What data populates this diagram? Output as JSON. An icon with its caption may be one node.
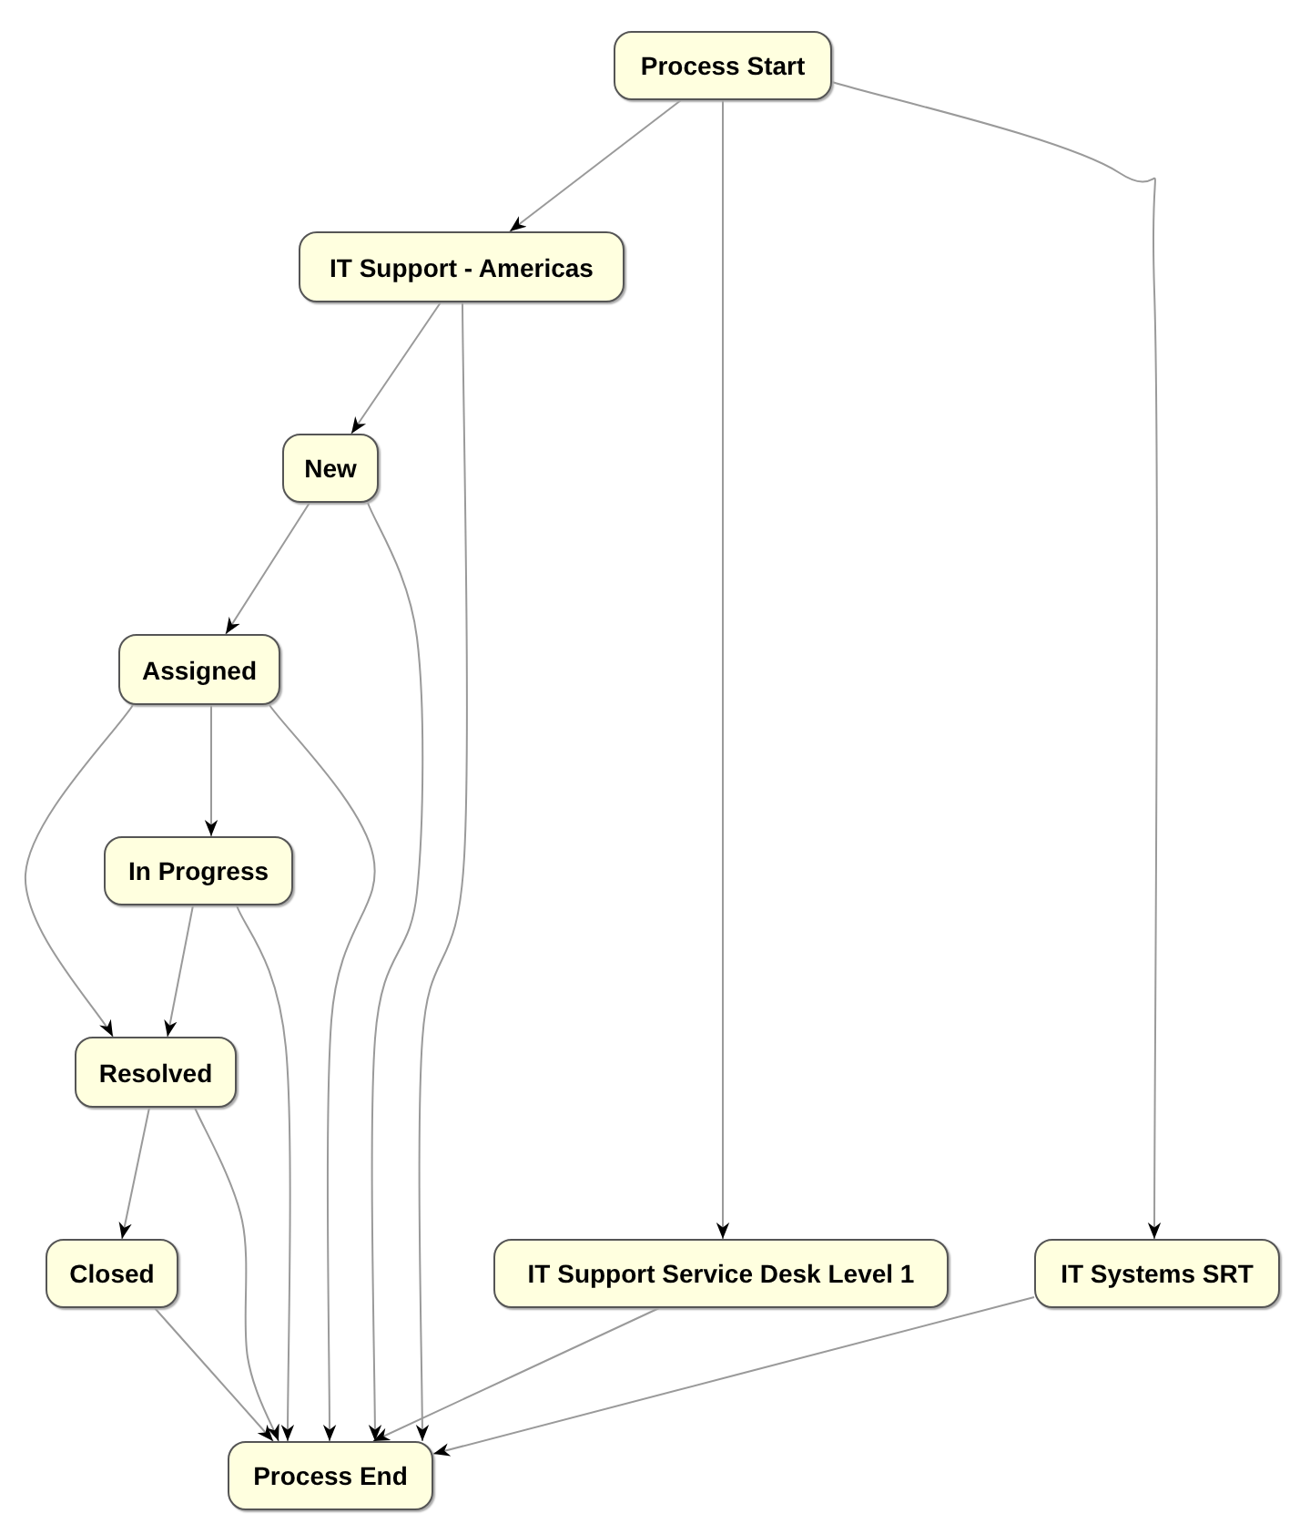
{
  "diagram": {
    "nodes": [
      {
        "text": [
          "Process Start"
        ]
      },
      {
        "text": [
          "IT Support - Americas"
        ]
      },
      {
        "text": [
          "New"
        ]
      },
      {
        "text": [
          "Assigned"
        ]
      },
      {
        "text": [
          "In Progress"
        ]
      },
      {
        "text": [
          "Resolved"
        ]
      },
      {
        "text": [
          "Closed"
        ]
      },
      {
        "text": [
          "IT Support Service Desk Level 1"
        ]
      },
      {
        "text": [
          "IT Systems SRT"
        ]
      },
      {
        "text": [
          "Process End"
        ]
      }
    ],
    "edges": [
      {
        "from": 0,
        "to": 1,
        "arrow": "to"
      },
      {
        "from": 0,
        "to": 7,
        "arrow": "to"
      },
      {
        "from": 0,
        "to": 8,
        "arrow": "to"
      },
      {
        "from": 1,
        "to": 2,
        "arrow": "to"
      },
      {
        "from": 1,
        "to": 9,
        "arrow": "to"
      },
      {
        "from": 2,
        "to": 3,
        "arrow": "to"
      },
      {
        "from": 2,
        "to": 9,
        "arrow": "to"
      },
      {
        "from": 3,
        "to": 4,
        "arrow": "to"
      },
      {
        "from": 3,
        "to": 5,
        "arrow": "to"
      },
      {
        "from": 3,
        "to": 9,
        "arrow": "to"
      },
      {
        "from": 4,
        "to": 5,
        "arrow": "to"
      },
      {
        "from": 4,
        "to": 9,
        "arrow": "to"
      },
      {
        "from": 5,
        "to": 6,
        "arrow": "to"
      },
      {
        "from": 5,
        "to": 9,
        "arrow": "to"
      },
      {
        "from": 6,
        "to": 9,
        "arrow": "to"
      },
      {
        "from": 7,
        "to": 9,
        "arrow": "to"
      },
      {
        "from": 8,
        "to": 9,
        "arrow": "to"
      }
    ]
  }
}
